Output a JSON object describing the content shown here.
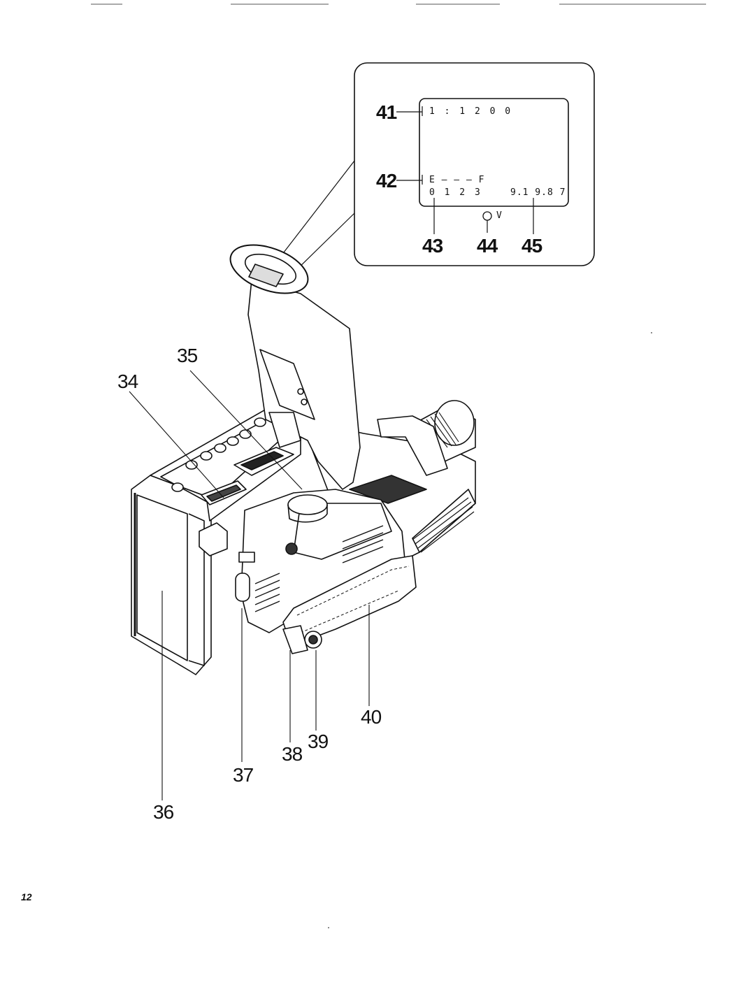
{
  "page_number": "12",
  "viewfinder": {
    "counter_text": "1 : 1 2 0 0",
    "battery_text": "E – – – F",
    "scale_text": "0 1 2 3",
    "date_text": "9.1 9.8 7",
    "indicator_text": "V"
  },
  "callouts": {
    "c34": "34",
    "c35": "35",
    "c36": "36",
    "c37": "37",
    "c38": "38",
    "c39": "39",
    "c40": "40",
    "c41": "41",
    "c42": "42",
    "c43": "43",
    "c44": "44",
    "c45": "45"
  }
}
